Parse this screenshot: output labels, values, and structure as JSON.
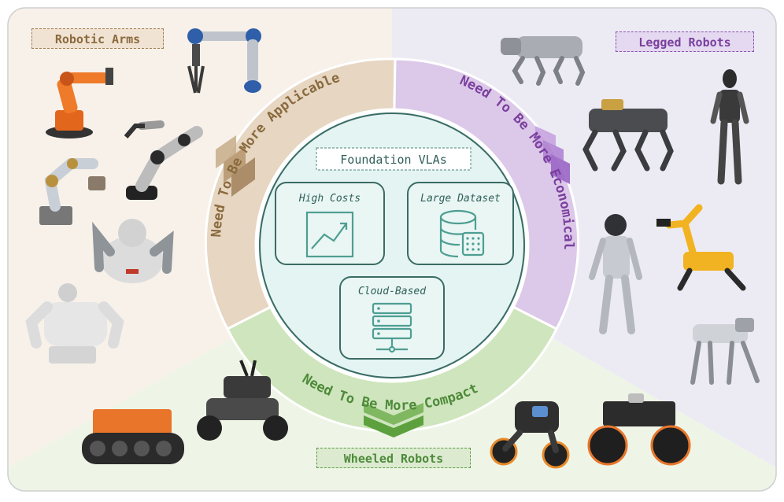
{
  "quadrants": {
    "arms": {
      "label": "Robotic Arms",
      "color": "#8a6a3e",
      "bg": "#f7f1ea",
      "label_bg": "#f1e3d3"
    },
    "legged": {
      "label": "Legged Robots",
      "color": "#7a3f9e",
      "bg": "#ecebf4",
      "label_bg": "#e4d9f0"
    },
    "wheeled": {
      "label": "Wheeled Robots",
      "color": "#4d8a3a",
      "bg": "#eef5e6",
      "label_bg": "#dcebd0"
    }
  },
  "ring": {
    "applicable": "Need To Be More Applicable",
    "economical": "Need To Be More Economical",
    "compact": "Need To Be More Compact"
  },
  "center": {
    "title": "Foundation VLAs",
    "cards": [
      {
        "label": "High Costs",
        "icon": "trend-chart-icon"
      },
      {
        "label": "Large Dataset",
        "icon": "database-icon"
      },
      {
        "label": "Cloud-Based",
        "icon": "server-icon"
      }
    ]
  }
}
